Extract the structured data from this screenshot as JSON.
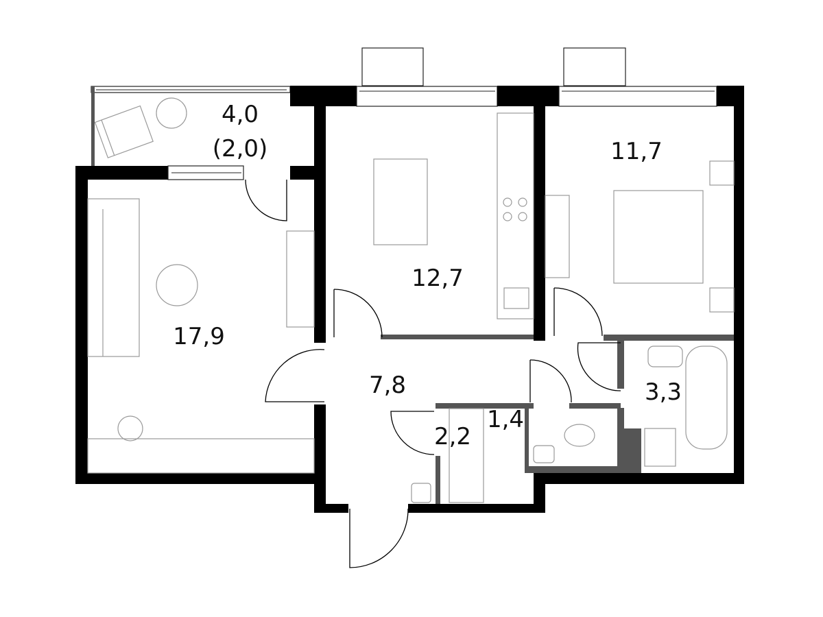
{
  "plan": {
    "rooms": [
      {
        "id": "balcony",
        "area": "4,0",
        "area_reduced": "(2,0)"
      },
      {
        "id": "living-room",
        "area": "17,9"
      },
      {
        "id": "kitchen",
        "area": "12,7"
      },
      {
        "id": "bedroom",
        "area": "11,7"
      },
      {
        "id": "hallway",
        "area": "7,8"
      },
      {
        "id": "storage",
        "area": "2,2"
      },
      {
        "id": "toilet",
        "area": "1,4"
      },
      {
        "id": "bathroom",
        "area": "3,3"
      }
    ],
    "colors": {
      "wall": "#000000",
      "partition": "#555555",
      "furniture": "#999999"
    }
  }
}
